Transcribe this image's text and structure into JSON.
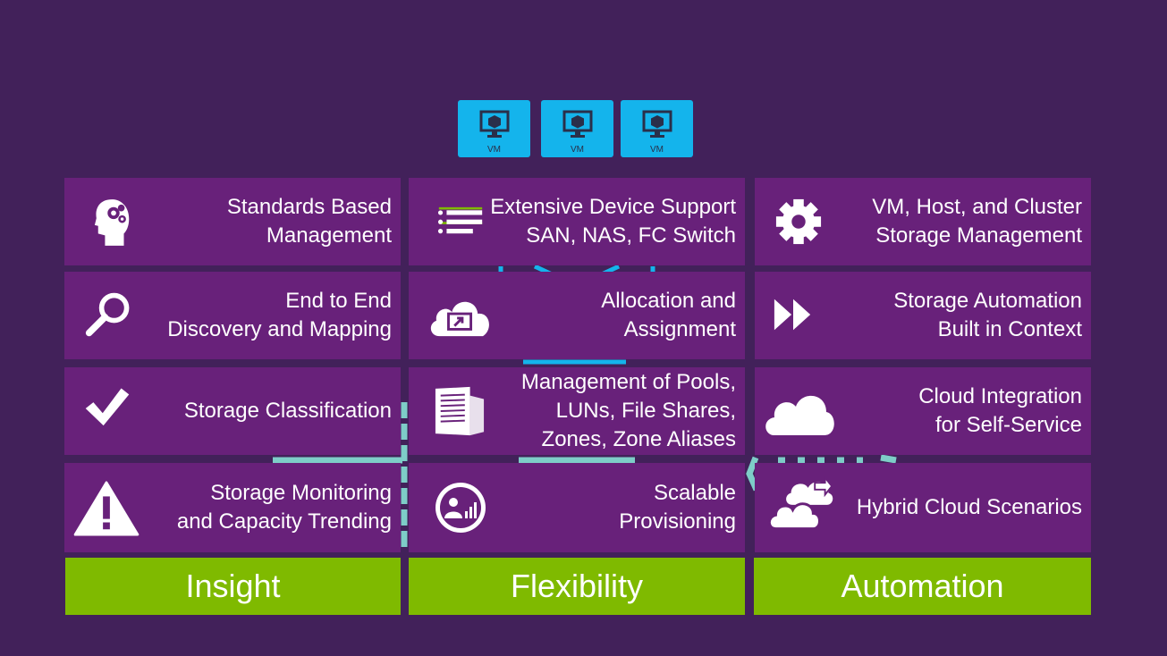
{
  "vms": [
    {
      "label": "VM"
    },
    {
      "label": "VM"
    },
    {
      "label": "VM"
    }
  ],
  "columns": [
    {
      "name": "insight",
      "footer": "Insight",
      "tiles": [
        {
          "text": "Standards Based\nManagement",
          "icon": "head-gears-icon"
        },
        {
          "text": "End to End\nDiscovery and Mapping",
          "icon": "magnifier-icon"
        },
        {
          "text": "Storage Classification",
          "icon": "checkmark-icon"
        },
        {
          "text": "Storage Monitoring\nand Capacity Trending",
          "icon": "warning-icon"
        }
      ]
    },
    {
      "name": "flexibility",
      "footer": "Flexibility",
      "tiles": [
        {
          "text": "Extensive Device Support\nSAN, NAS, FC Switch",
          "icon": "list-icon"
        },
        {
          "text": "Allocation and\nAssignment",
          "icon": "cloud-window-icon"
        },
        {
          "text": "Management of Pools,\nLUNs, File Shares,\nZones, Zone Aliases",
          "icon": "server-icon"
        },
        {
          "text": "Scalable\nProvisioning",
          "icon": "user-chart-icon"
        }
      ]
    },
    {
      "name": "automation",
      "footer": "Automation",
      "tiles": [
        {
          "text": "VM, Host, and Cluster\nStorage Management",
          "icon": "gear-icon"
        },
        {
          "text": "Storage Automation\nBuilt in Context",
          "icon": "fast-forward-icon"
        },
        {
          "text": "Cloud Integration\nfor Self-Service",
          "icon": "cloud-icon"
        },
        {
          "text": "Hybrid Cloud Scenarios",
          "icon": "hybrid-cloud-icon"
        }
      ]
    }
  ],
  "colors": {
    "background": "#42215a",
    "tile": "#68217a",
    "footer": "#7fba00",
    "vm": "#14b4ec",
    "accent_teal": "#7ecdc8"
  }
}
